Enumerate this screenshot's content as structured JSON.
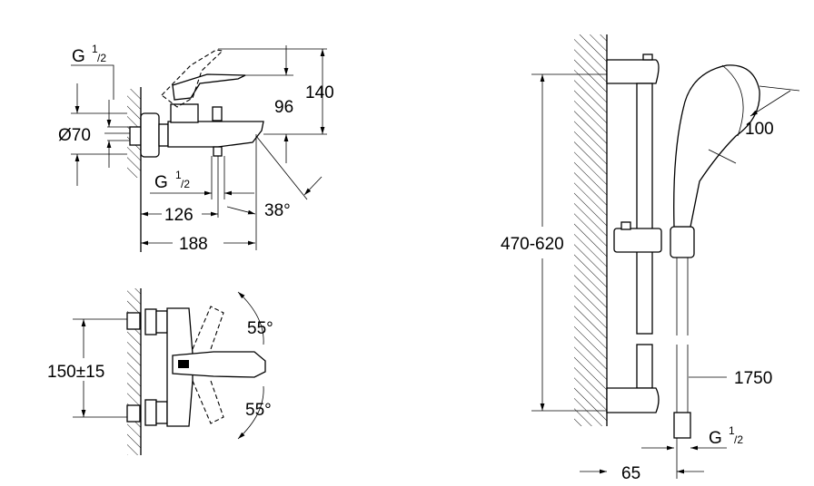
{
  "side_view": {
    "inlet_thread": {
      "g": "G",
      "num": "1",
      "den": "/2"
    },
    "diameter": "Ø70",
    "height_96": "96",
    "height_140": "140",
    "outlet_thread": {
      "g": "G",
      "num": "1",
      "den": "/2"
    },
    "spout_angle": "38°",
    "dim_126": "126",
    "dim_188": "188"
  },
  "front_view": {
    "center_distance": "150±15",
    "angle_top": "55°",
    "angle_bottom": "55°"
  },
  "shower_set": {
    "rail_height": "470-620",
    "head_diameter": "100",
    "hose_length": "1750",
    "hose_thread": {
      "g": "G",
      "num": "1",
      "den": "/2"
    },
    "wall_distance": "65"
  }
}
